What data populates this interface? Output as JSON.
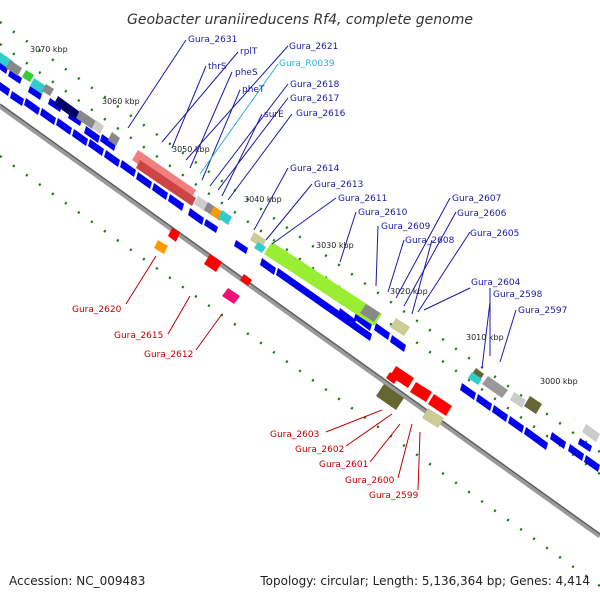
{
  "title": "Geobacter uraniireducens Rf4, complete genome",
  "accession": "Accession: NC_009483",
  "topology": "Topology: circular; Length: 5,136,364 bp; Genes: 4,414",
  "ticks": {
    "t3070": "3070 kbp",
    "t3060": "3060 kbp",
    "t3050": "3050 kbp",
    "t3040": "3040 kbp",
    "t3030": "3030 kbp",
    "t3020": "3020 kbp",
    "t3010": "3010 kbp",
    "t3000": "3000 kbp"
  },
  "labels": {
    "gura_2631": "Gura_2631",
    "rplT": "rplT",
    "thrS": "thrS",
    "gura_2621": "Gura_2621",
    "pheS": "pheS",
    "gura_R0039": "Gura_R0039",
    "pheT": "pheT",
    "gura_2618": "Gura_2618",
    "gura_2617": "Gura_2617",
    "surE": "surE",
    "gura_2616": "Gura_2616",
    "gura_2614": "Gura_2614",
    "gura_2613": "Gura_2613",
    "gura_2611": "Gura_2611",
    "gura_2610": "Gura_2610",
    "gura_2609": "Gura_2609",
    "gura_2608": "Gura_2608",
    "gura_2607": "Gura_2607",
    "gura_2606": "Gura_2606",
    "gura_2605": "Gura_2605",
    "gura_2604": "Gura_2604",
    "gura_2598": "Gura_2598",
    "gura_2597": "Gura_2597",
    "gura_2620": "Gura_2620",
    "gura_2615": "Gura_2615",
    "gura_2612": "Gura_2612",
    "gura_2603": "Gura_2603",
    "gura_2602": "Gura_2602",
    "gura_2601": "Gura_2601",
    "gura_2600": "Gura_2600",
    "gura_2599": "Gura_2599"
  },
  "colors": {
    "forward_gene": "#0000ee",
    "reverse_gene": "#ee0000",
    "rna_label": "#2ab0d8",
    "backbone": "#8c8c8c",
    "gc_dots": "#1a7a1a"
  }
}
